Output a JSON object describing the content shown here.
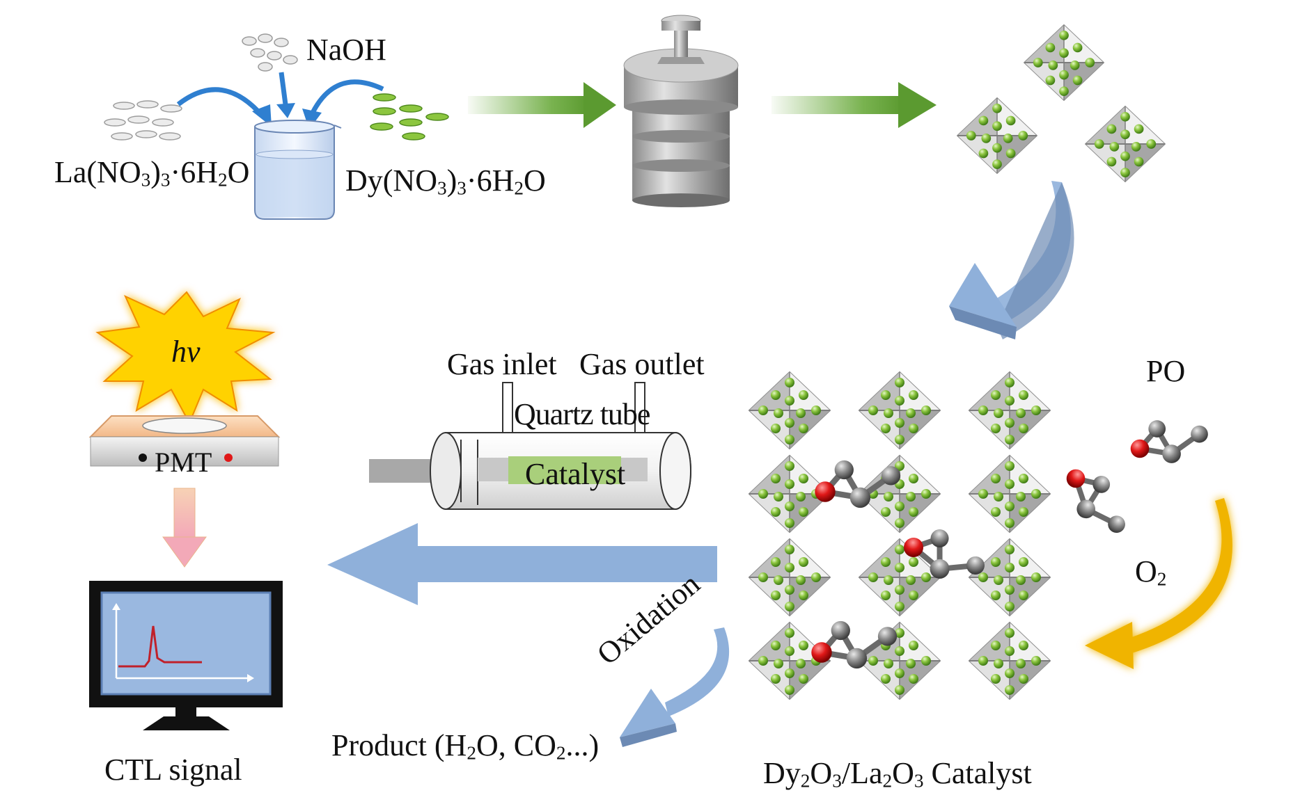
{
  "labels": {
    "naoh": "NaOH",
    "la_prefix": "La(NO",
    "la_sub1": "3",
    "la_mid": ")",
    "la_sub2": "3",
    "la_suffix": "·6H",
    "la_sub3": "2",
    "la_end": "O",
    "dy_prefix": "Dy(NO",
    "dy_sub1": "3",
    "dy_mid": ")",
    "dy_sub2": "3",
    "dy_suffix": "·6H",
    "dy_sub3": "2",
    "dy_end": "O",
    "gas_inlet": "Gas inlet",
    "gas_outlet": "Gas outlet",
    "quartz_tube": "Quartz tube",
    "catalyst_box": "Catalyst",
    "hv": "hv",
    "pmt": "PMT",
    "ctl_signal": "CTL signal",
    "oxidation": "Oxidation",
    "product_prefix": "Product (H",
    "product_sub1": "2",
    "product_mid": "O, CO",
    "product_sub2": "2",
    "product_end": "...)",
    "po": "PO",
    "o2_main": "O",
    "o2_sub": "2",
    "cat_dy": "Dy",
    "cat_sub1": "2",
    "cat_o1": "O",
    "cat_sub2": "3",
    "cat_slash": "/La",
    "cat_sub3": "2",
    "cat_o2": "O",
    "cat_sub4": "3",
    "cat_word": " Catalyst"
  },
  "colors": {
    "green_sphere": "#7bc043",
    "red_atom": "#e02020",
    "gray_atom": "#888888",
    "blue_arrow": "#8fb0da",
    "green_arrow": "#6aaa3c",
    "gold_arrow": "#f0b400",
    "monitor_screen": "#9ab8e0",
    "signal_red": "#c0202a",
    "starburst": "#ffd200"
  },
  "icons": [
    "beaker-icon",
    "autoclave-icon",
    "octahedron-crystal-icon",
    "propylene-oxide-molecule-icon",
    "starburst-icon",
    "pmt-detector-icon",
    "monitor-icon",
    "quartz-tube-reactor-icon"
  ]
}
